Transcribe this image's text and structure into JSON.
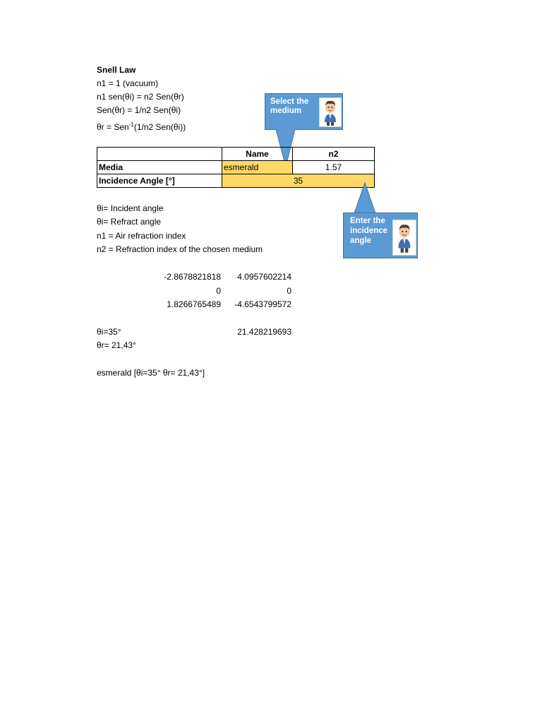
{
  "header": {
    "title": "Snell Law",
    "line1": "n1 = 1 (vacuum)",
    "line2": "n1 sen(θi) = n2 Sen(θr)",
    "line3": "Sen(θr) = 1/n2 Sen(θi)",
    "line4_pre": "θr = Sen",
    "line4_sup": "-1",
    "line4_post": "(1/n2 Sen(θi))"
  },
  "table": {
    "col_name": "Name",
    "col_n2": "n2",
    "row_media_label": "Media",
    "media_value": "esmerald",
    "n2_value": "1.57",
    "row_angle_label": "Incidence Angle [°]",
    "angle_value": "35"
  },
  "callout_medium": {
    "text_line1": "Select the",
    "text_line2": "medium"
  },
  "callout_angle": {
    "text_line1": "Enter the",
    "text_line2": "incidence",
    "text_line3": "angle"
  },
  "legend": {
    "l1": "θi= Incident angle",
    "l2": "θi= Refract angle",
    "l3": "n1 = Air refraction index",
    "l4": "n2 = Refraction index of the chosen medium"
  },
  "numbers": {
    "r1c1": "-2.8678821818",
    "r1c2": "4.0957602214",
    "r2c1": "0",
    "r2c2": "0",
    "r3c1": "1.8266765489",
    "r3c2": "-4.6543799572"
  },
  "results": {
    "theta_i": "θi=35°",
    "theta_r_value": "21.428219693",
    "theta_r": "θr= 21,43°",
    "summary": "esmerald [θi=35°  θr= 21,43°]"
  },
  "colors": {
    "yellow": "#ffd966",
    "callout_blue": "#5b9bd5"
  }
}
